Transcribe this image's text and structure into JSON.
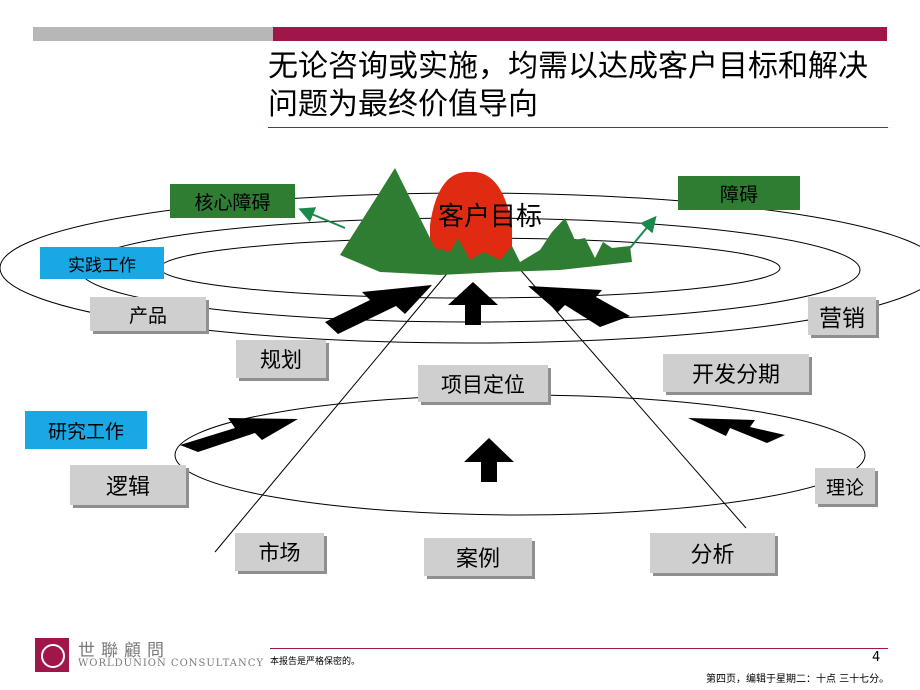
{
  "title": "无论咨询或实施，均需以达成客户目标和解决问题为最终价值导向",
  "goal_label": "客户目标",
  "boxes": {
    "core_obstacle": "核心障碍",
    "obstacle": "障碍",
    "practice": "实践工作",
    "product": "产品",
    "marketing": "营销",
    "planning": "规划",
    "positioning": "项目定位",
    "phasing": "开发分期",
    "research": "研究工作",
    "logic": "逻辑",
    "theory": "理论",
    "market": "市场",
    "case": "案例",
    "analysis": "分析"
  },
  "footer": {
    "logo_cn": "世聯顧問",
    "logo_en": "WORLDUNION CONSULTANCY",
    "confidential": "本报告是严格保密的。",
    "page_number": "4",
    "stamp": "第四页，编辑于星期二：十点 三十七分。"
  },
  "colors": {
    "accent": "#a0154a",
    "green": "#2e7d32",
    "blue": "#1aa7e6",
    "gray": "#cfcfcf",
    "goal_red": "#e02a12"
  }
}
